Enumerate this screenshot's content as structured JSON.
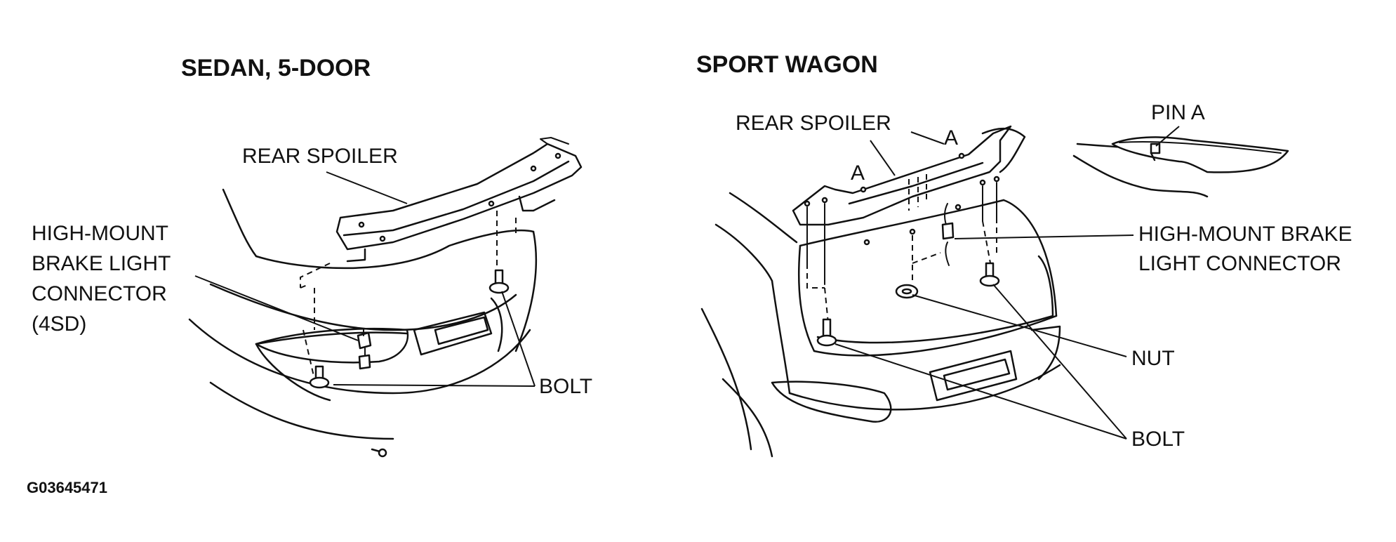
{
  "sedan": {
    "title": "SEDAN, 5-DOOR",
    "rear_spoiler": "REAR SPOILER",
    "connector_lines": [
      "HIGH-MOUNT",
      "BRAKE LIGHT",
      "CONNECTOR",
      "(4SD)"
    ],
    "bolt": "BOLT"
  },
  "wagon": {
    "title": "SPORT  WAGON",
    "rear_spoiler": "REAR SPOILER",
    "pin": "PIN A",
    "marker_a": "A",
    "connector_lines": [
      "HIGH-MOUNT BRAKE",
      "LIGHT CONNECTOR"
    ],
    "nut": "NUT",
    "bolt": "BOLT"
  },
  "figure_code": "G03645471"
}
